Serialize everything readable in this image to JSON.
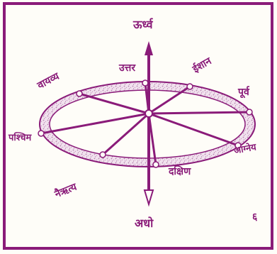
{
  "colors": {
    "ink": "#8a1b79",
    "ring": "#c79ac3",
    "paper": "#fefdf8"
  },
  "directions": [
    {
      "key": "zenith",
      "label": "ऊर्ध्व"
    },
    {
      "key": "north",
      "label": "उत्तर"
    },
    {
      "key": "northeast",
      "label": "ईशान"
    },
    {
      "key": "east",
      "label": "पूर्व"
    },
    {
      "key": "southeast",
      "label": "आग्नेय"
    },
    {
      "key": "south",
      "label": "दक्षिण"
    },
    {
      "key": "southwest",
      "label": "नैऋत्य"
    },
    {
      "key": "west",
      "label": "पश्चिम"
    },
    {
      "key": "northwest",
      "label": "वायव्य"
    },
    {
      "key": "nadir",
      "label": "अधो"
    }
  ],
  "page_mark": "६"
}
